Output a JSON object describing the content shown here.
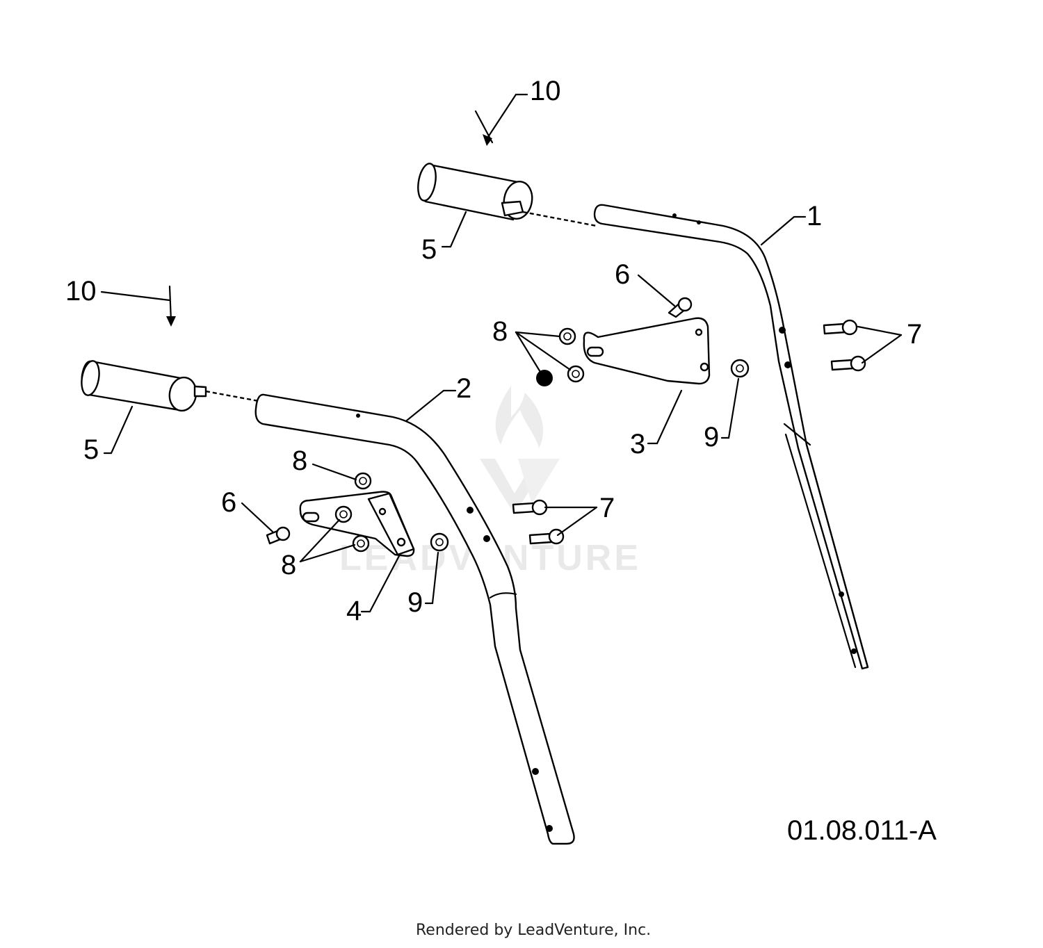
{
  "diagram_code": "01.08.011-A",
  "credit": "Rendered by LeadVenture, Inc.",
  "watermark": {
    "text": "LEADVENTURE",
    "color": "#e6e6e6"
  },
  "callouts": {
    "upper_handle": "1",
    "lower_handle": "2",
    "bracket_right": "3",
    "bracket_left": "4",
    "grip_upper": "5",
    "grip_lower": "5",
    "bolt_6_right": "6",
    "bolt_6_left": "6",
    "bolts_7_right": "7",
    "bolts_7_left": "7",
    "nuts_8_right": "8",
    "nuts_8_left_top": "8",
    "nuts_8_left_bottom": "8",
    "washer_9_right": "9",
    "washer_9_left": "9",
    "arrow_10_upper": "10",
    "arrow_10_lower": "10"
  },
  "colors": {
    "line": "#000000",
    "background": "#ffffff"
  }
}
